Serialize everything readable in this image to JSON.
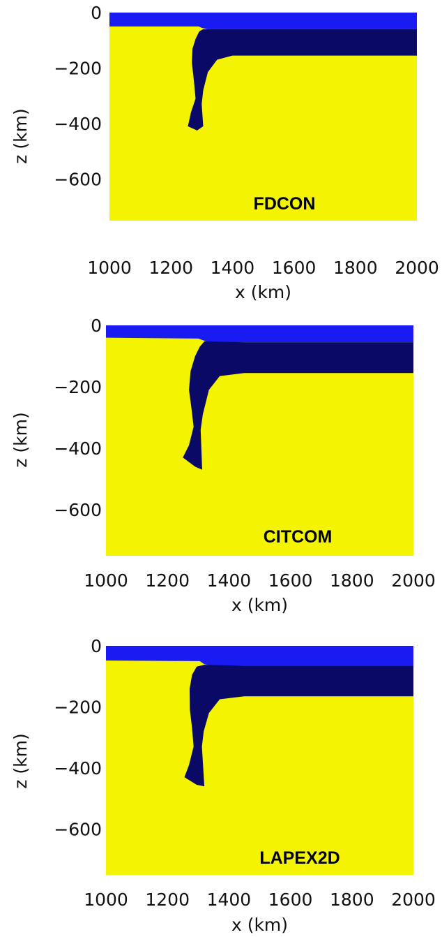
{
  "colors": {
    "mantle": "#f4f400",
    "crust": "#1a1af2",
    "slab": "#0a0a66"
  },
  "chart_data": [
    {
      "type": "heatmap",
      "panel_label": "FDCON",
      "xlabel": "x (km)",
      "ylabel": "z (km)",
      "xlim": [
        1000,
        2000
      ],
      "ylim": [
        -750,
        0
      ],
      "x_ticks": [
        "1000",
        "1200",
        "1400",
        "1600",
        "1800",
        "2000"
      ],
      "y_ticks": [
        "0",
        "−200",
        "−400",
        "−600"
      ],
      "regions": {
        "crust": [
          [
            1000,
            0
          ],
          [
            2000,
            0
          ],
          [
            2000,
            -60
          ],
          [
            1450,
            -60
          ],
          [
            1320,
            -60
          ],
          [
            1300,
            -55
          ],
          [
            1290,
            -50
          ],
          [
            1000,
            -50
          ]
        ],
        "slab": [
          [
            1305,
            -60
          ],
          [
            1450,
            -60
          ],
          [
            2000,
            -60
          ],
          [
            2000,
            -155
          ],
          [
            1400,
            -155
          ],
          [
            1350,
            -170
          ],
          [
            1320,
            -215
          ],
          [
            1305,
            -280
          ],
          [
            1300,
            -330
          ],
          [
            1305,
            -410
          ],
          [
            1285,
            -425
          ],
          [
            1255,
            -410
          ],
          [
            1265,
            -360
          ],
          [
            1280,
            -310
          ],
          [
            1275,
            -250
          ],
          [
            1268,
            -180
          ],
          [
            1270,
            -130
          ],
          [
            1280,
            -95
          ],
          [
            1292,
            -68
          ]
        ]
      }
    },
    {
      "type": "heatmap",
      "panel_label": "CITCOM",
      "xlabel": "x (km)",
      "ylabel": "z (km)",
      "xlim": [
        1000,
        2000
      ],
      "ylim": [
        -750,
        0
      ],
      "x_ticks": [
        "1000",
        "1200",
        "1400",
        "1600",
        "1800",
        "2000"
      ],
      "y_ticks": [
        "0",
        "−200",
        "−400",
        "−600"
      ],
      "regions": {
        "crust": [
          [
            1000,
            0
          ],
          [
            2000,
            0
          ],
          [
            2000,
            -55
          ],
          [
            1450,
            -55
          ],
          [
            1335,
            -55
          ],
          [
            1320,
            -50
          ],
          [
            1300,
            -43
          ],
          [
            1000,
            -40
          ]
        ],
        "slab": [
          [
            1320,
            -52
          ],
          [
            1450,
            -55
          ],
          [
            2000,
            -55
          ],
          [
            2000,
            -155
          ],
          [
            1450,
            -155
          ],
          [
            1370,
            -165
          ],
          [
            1335,
            -210
          ],
          [
            1315,
            -290
          ],
          [
            1308,
            -340
          ],
          [
            1313,
            -470
          ],
          [
            1290,
            -460
          ],
          [
            1250,
            -430
          ],
          [
            1270,
            -390
          ],
          [
            1285,
            -330
          ],
          [
            1278,
            -270
          ],
          [
            1270,
            -210
          ],
          [
            1275,
            -150
          ],
          [
            1290,
            -100
          ],
          [
            1305,
            -70
          ]
        ]
      }
    },
    {
      "type": "heatmap",
      "panel_label": "LAPEX2D",
      "xlabel": "x (km)",
      "ylabel": "z (km)",
      "xlim": [
        1000,
        2000
      ],
      "ylim": [
        -750,
        0
      ],
      "x_ticks": [
        "1000",
        "1200",
        "1400",
        "1600",
        "1800",
        "2000"
      ],
      "y_ticks": [
        "0",
        "−200",
        "−400",
        "−600"
      ],
      "regions": {
        "crust": [
          [
            1000,
            0
          ],
          [
            2000,
            0
          ],
          [
            2000,
            -65
          ],
          [
            1450,
            -65
          ],
          [
            1345,
            -65
          ],
          [
            1320,
            -60
          ],
          [
            1305,
            -50
          ],
          [
            1000,
            -48
          ]
        ],
        "slab": [
          [
            1320,
            -62
          ],
          [
            1450,
            -65
          ],
          [
            2000,
            -65
          ],
          [
            2000,
            -165
          ],
          [
            1450,
            -165
          ],
          [
            1370,
            -175
          ],
          [
            1335,
            -220
          ],
          [
            1318,
            -280
          ],
          [
            1312,
            -330
          ],
          [
            1320,
            -460
          ],
          [
            1295,
            -455
          ],
          [
            1255,
            -430
          ],
          [
            1270,
            -390
          ],
          [
            1285,
            -330
          ],
          [
            1280,
            -270
          ],
          [
            1273,
            -210
          ],
          [
            1272,
            -140
          ],
          [
            1280,
            -95
          ],
          [
            1295,
            -68
          ]
        ]
      }
    }
  ]
}
